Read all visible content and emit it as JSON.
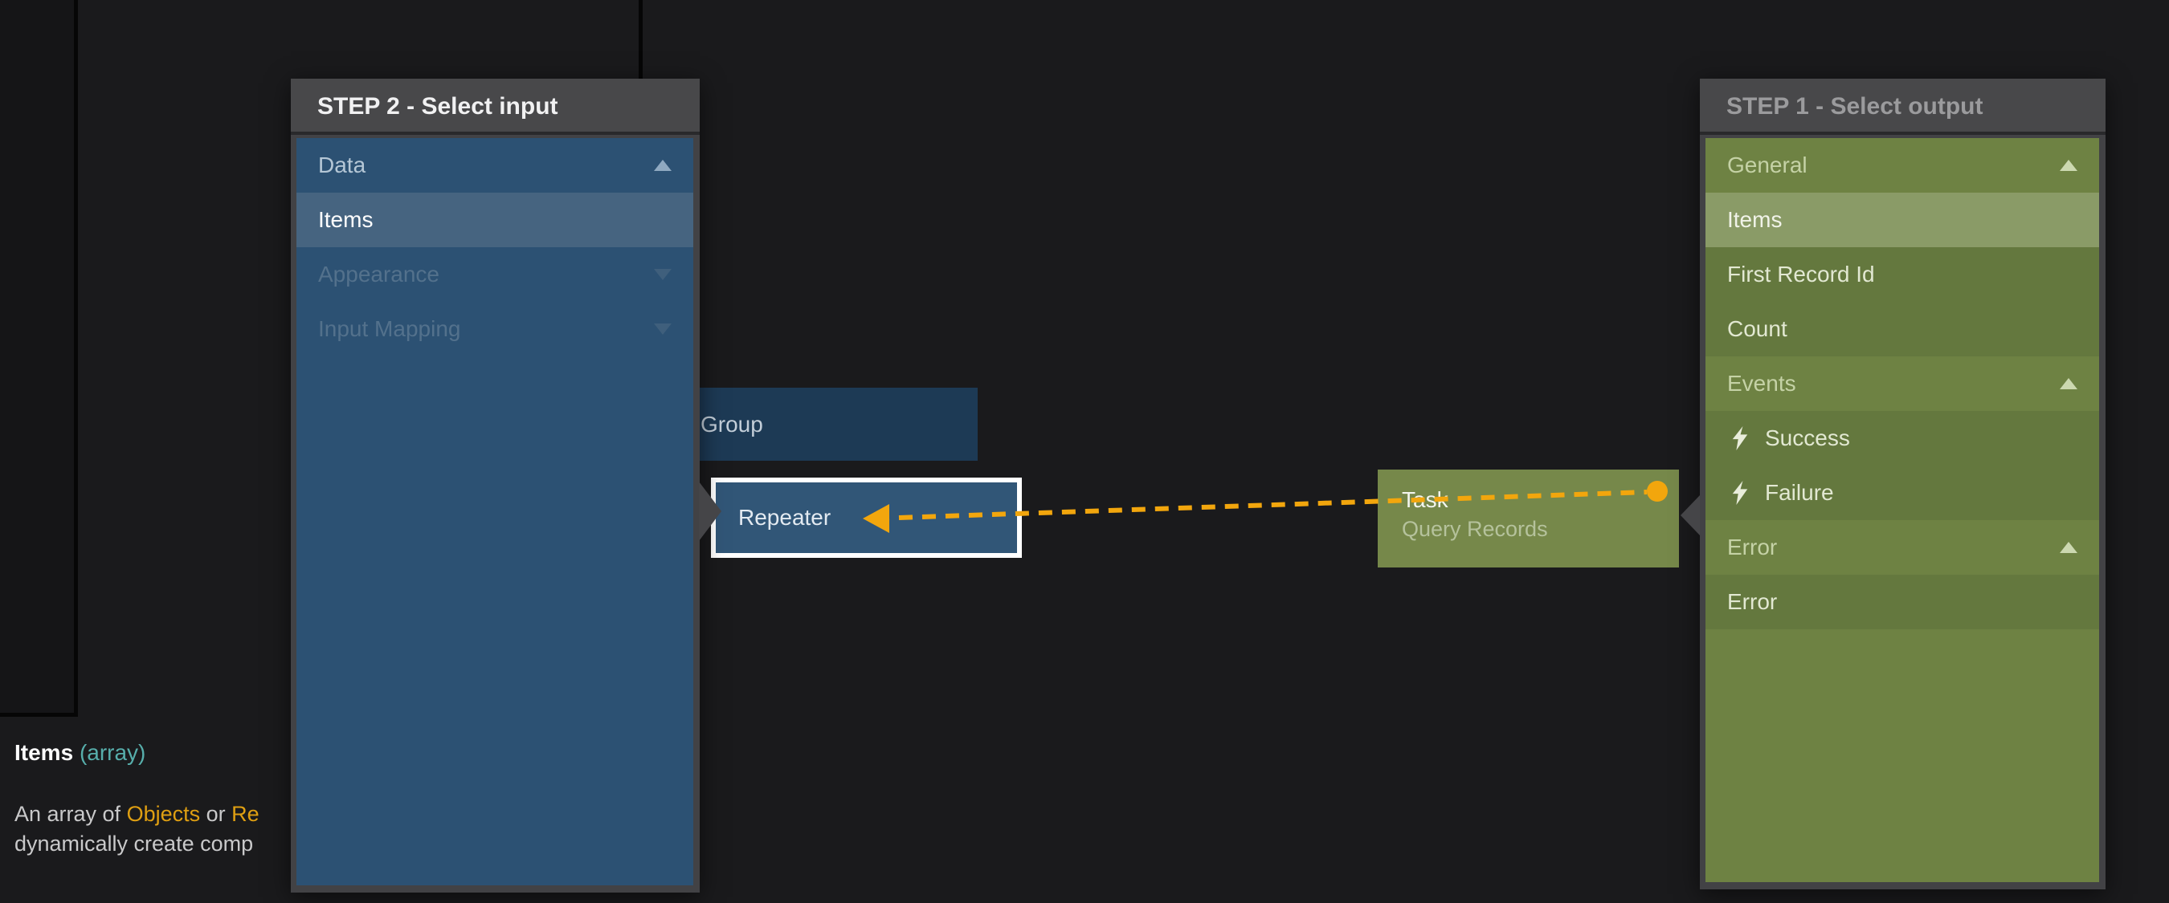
{
  "input_panel": {
    "title": "STEP 2 - Select input",
    "rows": [
      {
        "label": "Data",
        "type": "section-header",
        "expanded": true,
        "disabled": false
      },
      {
        "label": "Items",
        "type": "item",
        "selected": true
      },
      {
        "label": "Appearance",
        "type": "section-header",
        "expanded": false,
        "disabled": true
      },
      {
        "label": "Input Mapping",
        "type": "section-header",
        "expanded": false,
        "disabled": true
      }
    ]
  },
  "output_panel": {
    "title": "STEP 1 - Select output",
    "rows": [
      {
        "label": "General",
        "type": "section-header",
        "expanded": true
      },
      {
        "label": "Items",
        "type": "item",
        "selected": true
      },
      {
        "label": "First Record Id",
        "type": "item"
      },
      {
        "label": "Count",
        "type": "item"
      },
      {
        "label": "Events",
        "type": "section-header",
        "expanded": true
      },
      {
        "label": "Success",
        "type": "event",
        "icon": "lightning-icon"
      },
      {
        "label": "Failure",
        "type": "event",
        "icon": "lightning-icon"
      },
      {
        "label": "Error",
        "type": "section-header",
        "expanded": true
      },
      {
        "label": "Error",
        "type": "item"
      }
    ]
  },
  "widgets": {
    "group_label": "Group",
    "repeater_label": "Repeater",
    "task_title": "Task",
    "task_subtitle": "Query Records"
  },
  "tooltip": {
    "name": "Items",
    "type": "(array)",
    "desc_part1": "An array of ",
    "desc_link1": "Objects",
    "desc_part2": " or ",
    "desc_link2": "Re",
    "desc_line2": "dynamically create comp"
  },
  "colors": {
    "connector": "#f2a60d",
    "selection_border": "#ffffff",
    "input_accent_bg": "#2c5173",
    "input_selected_bg": "#466480",
    "output_accent_bg": "#6e8243",
    "output_selected_bg": "#8a9b67",
    "type_teal": "#57aeab",
    "link_orange": "#df9f12"
  }
}
